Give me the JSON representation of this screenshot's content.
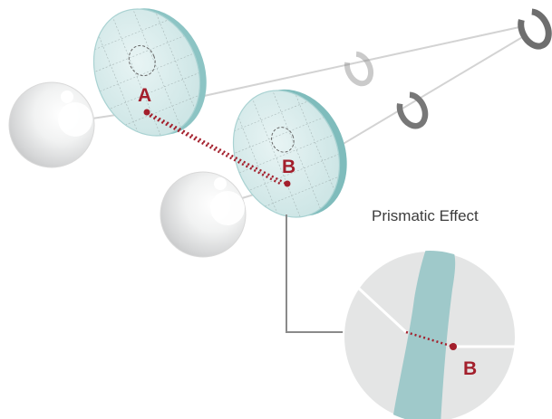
{
  "diagram": {
    "title": "Prismatic Effect",
    "point_a_label": "A",
    "point_b_label": "B",
    "inset_point_label": "B"
  },
  "colors": {
    "lens_fill": "#cfe6e6",
    "lens_edge": "#7fbcbc",
    "accent_red": "#a31f2c",
    "sight_line": "#d0d0d0",
    "ring": "#6e6e6e",
    "inset_bg": "#e4e5e5",
    "inset_band": "#9fc9ca",
    "connector": "#8a8a8a"
  },
  "icons": [
    "eye-icon",
    "landolt-ring-icon",
    "lens-icon"
  ]
}
